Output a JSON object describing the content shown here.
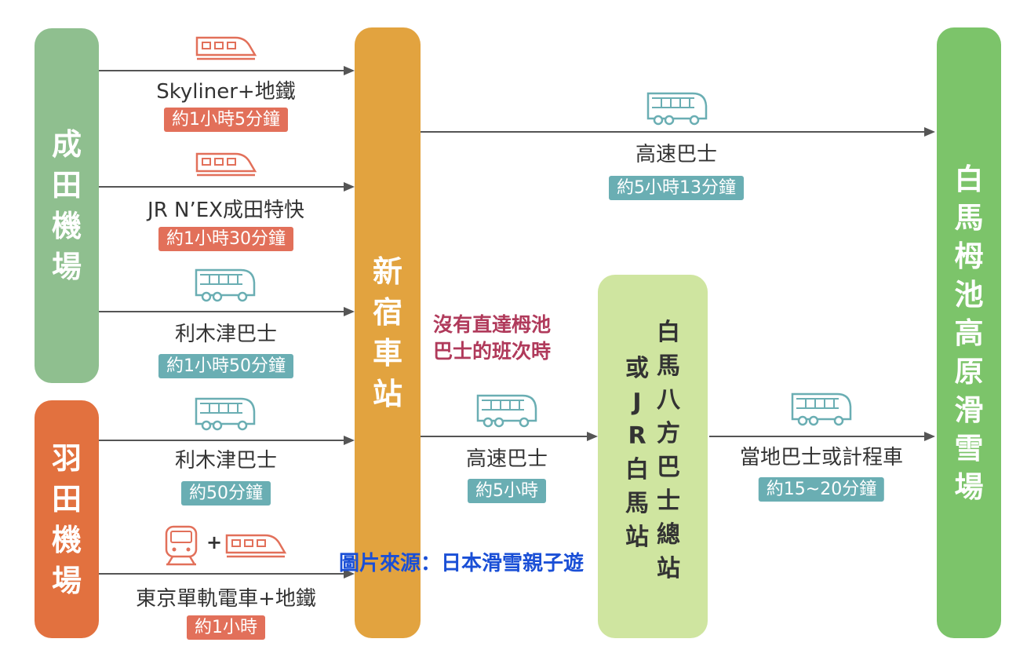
{
  "colors": {
    "narita": "#8fbf8f",
    "haneda": "#e2713f",
    "shinjuku": "#e2a33f",
    "happo": "#cfe5a0",
    "resort": "#7cc46a",
    "train_badge": "#e2705a",
    "bus_badge": "#6aaeb3",
    "arrow": "#555555"
  },
  "nodes": {
    "narita": "成田機場",
    "haneda": "羽田機場",
    "shinjuku": "新宿車站",
    "happo": "白馬八方巴士總站",
    "jr_prefix": "或",
    "jr_hakuba": "JR白馬站",
    "resort": "白馬栂池高原滑雪場"
  },
  "routes": {
    "narita_skyliner": {
      "label": "Skyliner+地鐵",
      "duration": "約1小時5分鐘",
      "icon": "train-icon"
    },
    "narita_nex": {
      "label": "JR N’EX成田特快",
      "duration": "約1小時30分鐘",
      "icon": "train-icon"
    },
    "narita_limousine": {
      "label": "利木津巴士",
      "duration": "約1小時50分鐘",
      "icon": "bus-icon"
    },
    "haneda_limousine": {
      "label": "利木津巴士",
      "duration": "約50分鐘",
      "icon": "bus-icon"
    },
    "haneda_monorail": {
      "label": "東京單軌電車+地鐵",
      "duration": "約1小時",
      "icon": "monorail-icon",
      "plus": "+"
    },
    "shinjuku_direct": {
      "label": "高速巴士",
      "duration": "約5小時13分鐘",
      "icon": "bus-icon"
    },
    "shinjuku_happo": {
      "label": "高速巴士",
      "duration": "約5小時",
      "icon": "bus-icon"
    },
    "happo_resort": {
      "label": "當地巴士或計程車",
      "duration": "約15~20分鐘",
      "icon": "bus-icon"
    }
  },
  "note": {
    "line1": "沒有直達栂池",
    "line2": "巴士的班次時"
  },
  "watermark": "圖片來源：日本滑雪親子遊"
}
